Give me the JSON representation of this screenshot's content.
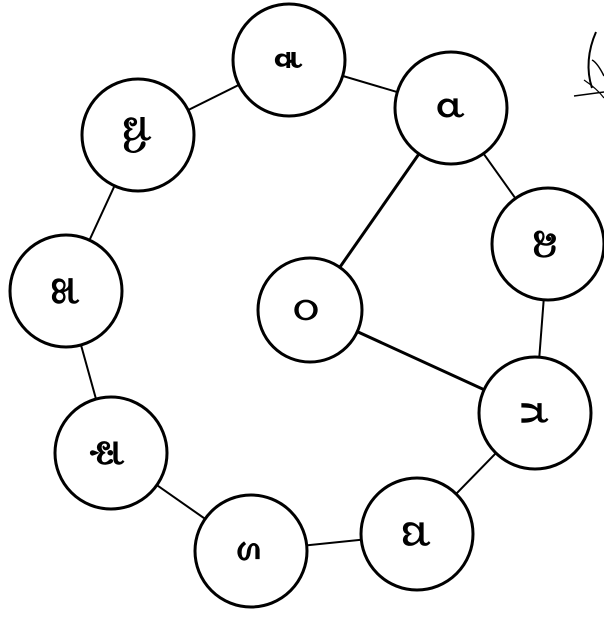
{
  "diagram": {
    "center": {
      "label": "೦"
    },
    "outer_nodes": [
      {
        "id": "n-ka",
        "label": "ಕ"
      },
      {
        "id": "n-ra",
        "label": "ರ"
      },
      {
        "id": "n-kha",
        "label": "ಖ"
      },
      {
        "id": "n-ga",
        "label": "ಗ"
      },
      {
        "id": "n-da",
        "label": "ದ"
      },
      {
        "id": "n-sha",
        "label": "ಽ"
      },
      {
        "id": "n-pha",
        "label": "ಫ"
      },
      {
        "id": "n-ha",
        "label": "ಹ"
      },
      {
        "id": "n-ma",
        "label": "ಮ"
      }
    ],
    "connections": [
      "n-ra",
      "n-ga"
    ],
    "decoration": "partial-sketch-top-right"
  }
}
